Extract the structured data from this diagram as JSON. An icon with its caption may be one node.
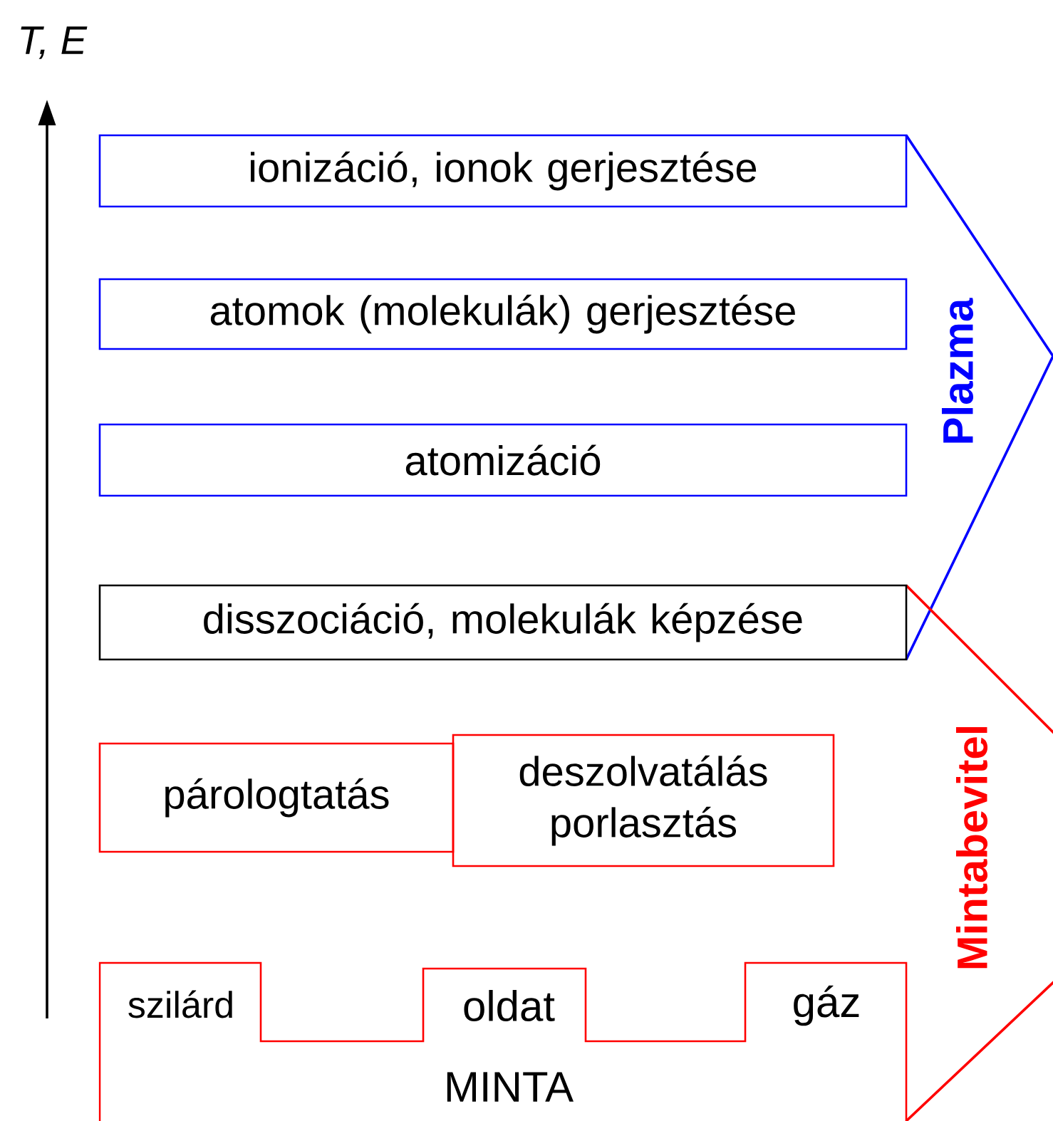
{
  "diagram": {
    "nodes": [
      {
        "text": [
          "ionizáció, ionok gerjesztése"
        ]
      },
      {
        "text": [
          "atomok (molekulák) gerjesztése"
        ]
      },
      {
        "text": [
          "atomizáció"
        ]
      },
      {
        "text": [
          "disszociáció, molekulák képzése"
        ]
      },
      {
        "text": [
          "párologtatás"
        ]
      },
      {
        "text": [
          "deszolvatálás porlasztás"
        ]
      },
      {
        "text": [
          "szilárd",
          "oldat",
          "gáz",
          "MINTA"
        ]
      }
    ],
    "labels": [
      "T, E",
      "Plazma",
      "Mintabevitel"
    ]
  }
}
